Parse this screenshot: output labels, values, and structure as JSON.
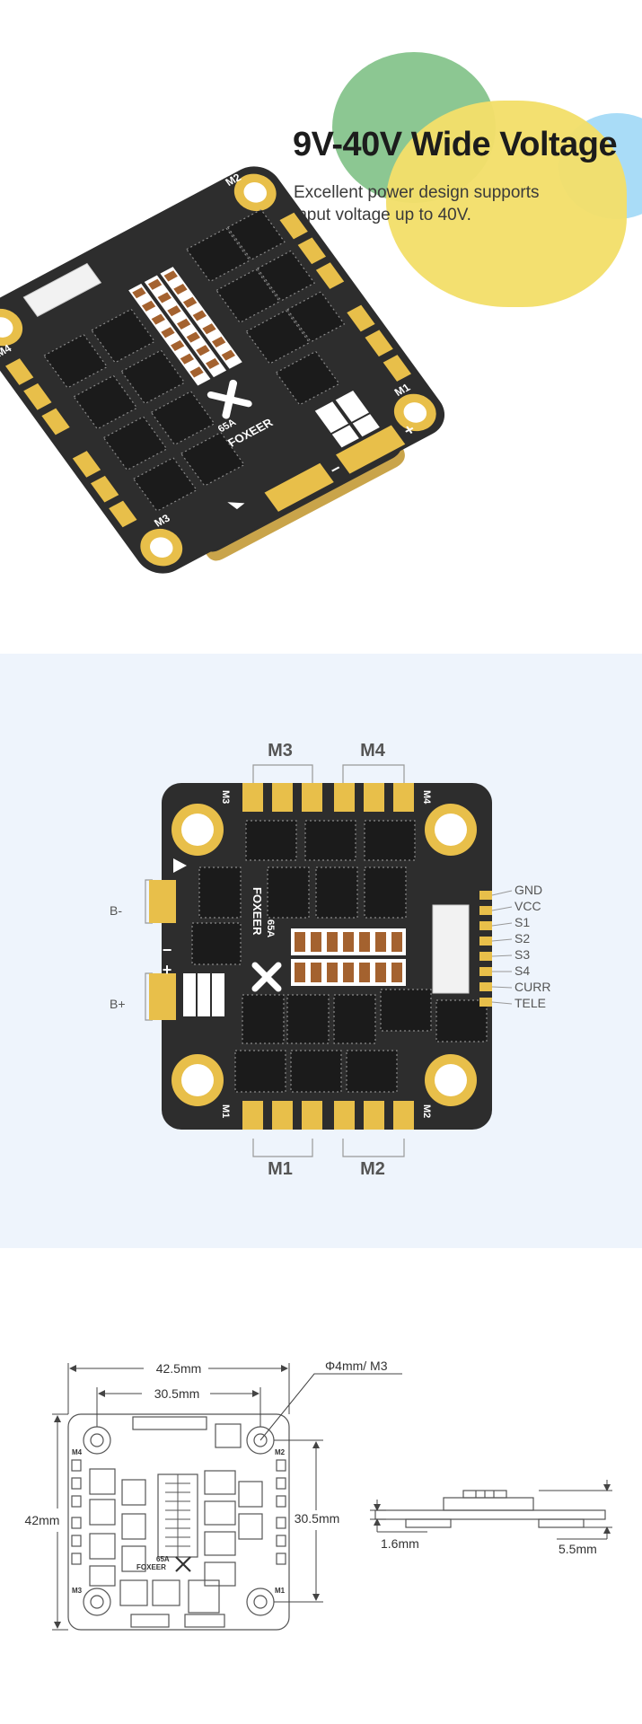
{
  "hero": {
    "title": "9V-40V Wide Voltage",
    "subtitle": "Excellent power design supports input voltage up to 40V.",
    "board": {
      "brand": "FOXEER",
      "rating": "65A",
      "m1": "M1",
      "m2": "M2",
      "m3": "M3",
      "m4": "M4",
      "minus": "−",
      "plus": "+"
    },
    "colors": {
      "green": "#86c48c",
      "yellow": "#f3df6a",
      "blue": "#a9dcf7",
      "pcb": "#2d2d2d",
      "pad": "#e8bf4a"
    }
  },
  "pinout": {
    "motor_groups": {
      "top_left": "M3",
      "top_right": "M4",
      "bottom_left": "M1",
      "bottom_right": "M2"
    },
    "corner_labels": {
      "tl": "M3",
      "tr": "M4",
      "bl": "M1",
      "br": "M2"
    },
    "battery": {
      "negative": "B-",
      "positive": "B+"
    },
    "board": {
      "brand": "FOXEER",
      "rating": "65A",
      "minus": "−",
      "plus": "+"
    },
    "connector_pins": [
      "GND",
      "VCC",
      "S1",
      "S2",
      "S3",
      "S4",
      "CURR",
      "TELE"
    ]
  },
  "dimensions": {
    "width_outer": "42.5mm",
    "width_holes": "30.5mm",
    "hole": "Φ4mm/ M3",
    "height_outer": "42mm",
    "height_holes": "30.5mm",
    "thickness_pcb": "1.6mm",
    "thickness_total": "5.5mm",
    "board": {
      "brand": "FOXEER",
      "rating": "65A",
      "m1": "M1",
      "m2": "M2",
      "m3": "M3",
      "m4": "M4"
    }
  }
}
